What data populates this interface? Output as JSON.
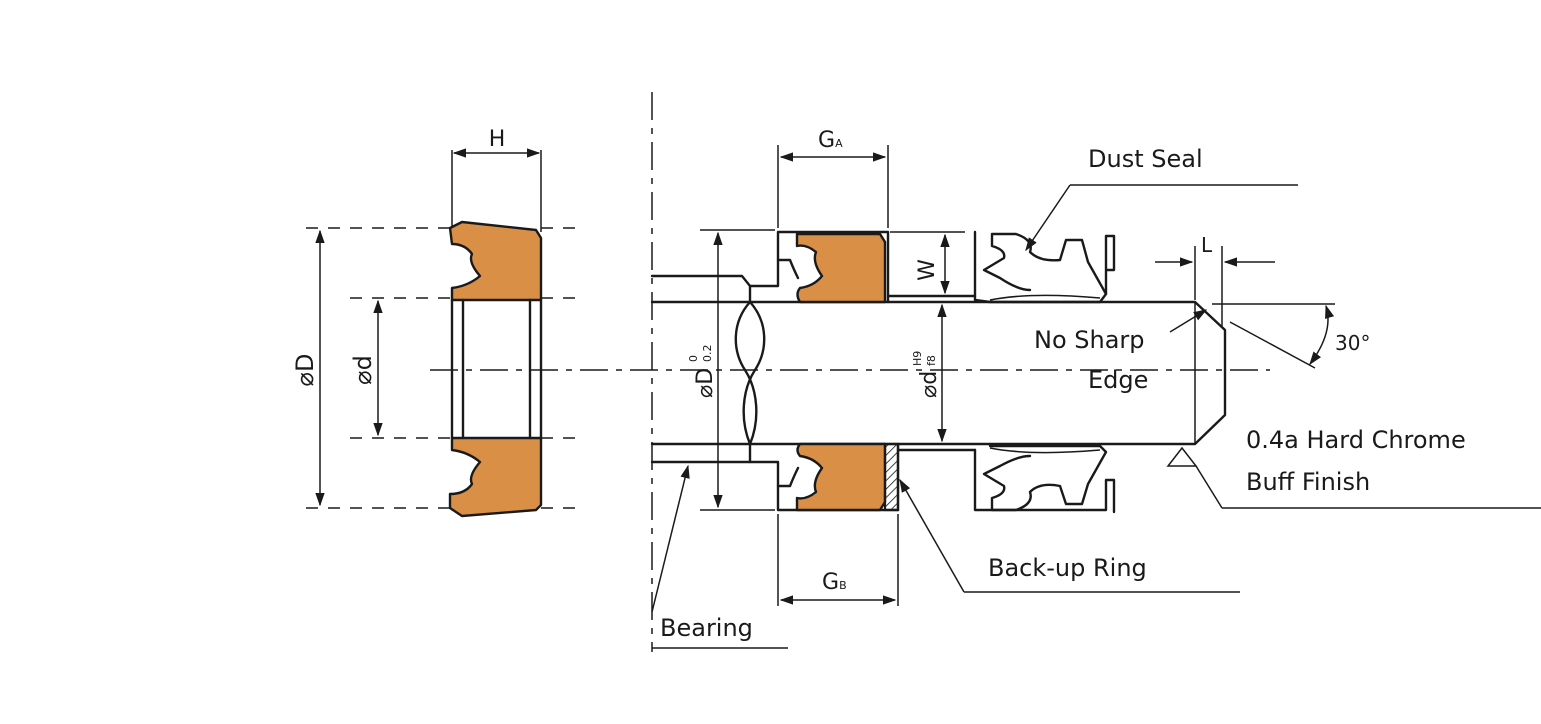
{
  "colors": {
    "seal_fill": "#d98f46",
    "line": "#1a1a1a",
    "background": "#ffffff"
  },
  "labels": {
    "h": "H",
    "ga": "G",
    "ga_sub": "A",
    "gb": "G",
    "gb_sub": "B",
    "w": "W",
    "l": "L",
    "phi_D": "⌀D",
    "phi_d": "⌀d",
    "phi_D_tol": "⌀D",
    "phi_D_tol_upper": "0",
    "phi_D_tol_lower": "0.2",
    "phi_d_tol": "⌀d",
    "phi_d_tol_upper": "H9",
    "phi_d_tol_lower": "f8",
    "angle": "30°",
    "dust_seal": "Dust Seal",
    "no_sharp_line1": "No Sharp",
    "no_sharp_line2": "Edge",
    "finish_line1": "0.4a Hard Chrome",
    "finish_line2": "Buff Finish",
    "backup_ring": "Back-up Ring",
    "bearing": "Bearing"
  }
}
